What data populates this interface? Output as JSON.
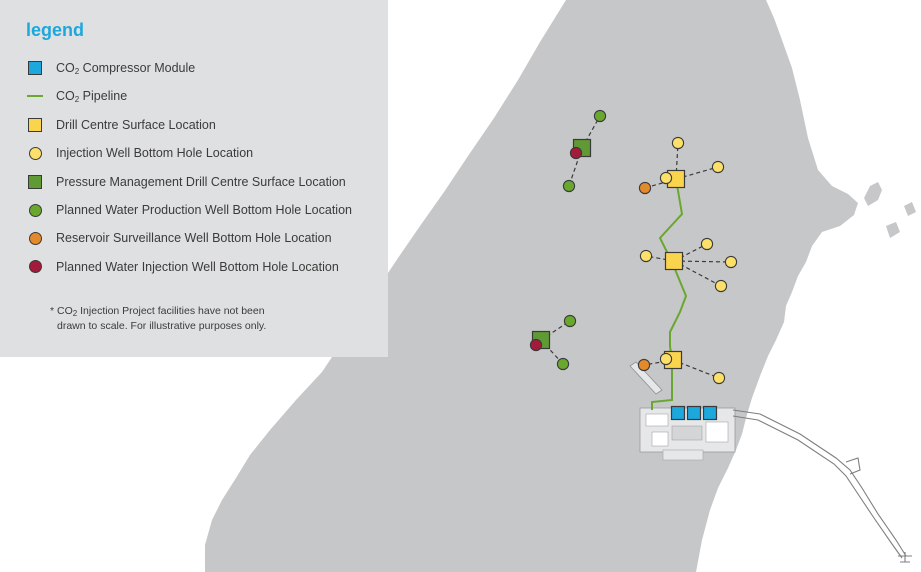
{
  "legend": {
    "title": "legend",
    "items": [
      {
        "pre": "CO",
        "sub": "2",
        "post": " Compressor Module",
        "symbol": "square",
        "color": "#1ca8dd"
      },
      {
        "pre": "CO",
        "sub": "2",
        "post": " Pipeline",
        "symbol": "line",
        "color": "#6aa72f"
      },
      {
        "pre": "Drill Centre Surface Location",
        "sub": "",
        "post": "",
        "symbol": "square",
        "color": "#fbd44e"
      },
      {
        "pre": "Injection Well Bottom Hole Location",
        "sub": "",
        "post": "",
        "symbol": "circle",
        "color": "#fde06a"
      },
      {
        "pre": "Pressure Management Drill Centre Surface Location",
        "sub": "",
        "post": "",
        "symbol": "square",
        "color": "#5f9a34"
      },
      {
        "pre": "Planned Water Production Well Bottom Hole Location",
        "sub": "",
        "post": "",
        "symbol": "circle",
        "color": "#6aa72f"
      },
      {
        "pre": "Reservoir Surveillance Well Bottom Hole Location",
        "sub": "",
        "post": "",
        "symbol": "circle",
        "color": "#e38a2c"
      },
      {
        "pre": "Planned Water Injection Well Bottom Hole Location",
        "sub": "",
        "post": "",
        "symbol": "circle",
        "color": "#a31a3b"
      }
    ],
    "note": {
      "line1_pre": "* CO",
      "line1_sub": "2",
      "line1_post": " Injection Project facilities have not been",
      "line2": "drawn to scale. For illustrative purposes only."
    }
  },
  "colors": {
    "land": "#c6c7c8",
    "compressor": "#1ca8dd",
    "pipeline": "#6aa72f",
    "drill_centre": "#fbd44e",
    "injection_well": "#fde06a",
    "pressure_mgmt": "#5f9a34",
    "water_production": "#6aa72f",
    "surveillance": "#e38a2c",
    "water_injection": "#a31a3b"
  }
}
